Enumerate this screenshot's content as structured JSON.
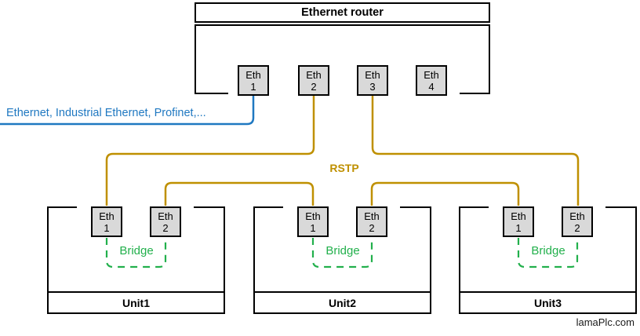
{
  "colors": {
    "gold": "#BF9000",
    "blue": "#1F78C1",
    "green": "#22B04C",
    "port_fill": "#D9D9D9",
    "outline": "#000000"
  },
  "router": {
    "title": "Ethernet router",
    "ports": [
      {
        "line1": "Eth",
        "line2": "1"
      },
      {
        "line1": "Eth",
        "line2": "2"
      },
      {
        "line1": "Eth",
        "line2": "3"
      },
      {
        "line1": "Eth",
        "line2": "4"
      }
    ]
  },
  "labels": {
    "bus_types": "Ethernet, Industrial Ethernet, Profinet,...",
    "rstp": "RSTP",
    "watermark": "lamaPlc.com"
  },
  "units": [
    {
      "name": "Unit1",
      "bridge": "Bridge",
      "ports": [
        {
          "line1": "Eth",
          "line2": "1"
        },
        {
          "line1": "Eth",
          "line2": "2"
        }
      ]
    },
    {
      "name": "Unit2",
      "bridge": "Bridge",
      "ports": [
        {
          "line1": "Eth",
          "line2": "1"
        },
        {
          "line1": "Eth",
          "line2": "2"
        }
      ]
    },
    {
      "name": "Unit3",
      "bridge": "Bridge",
      "ports": [
        {
          "line1": "Eth",
          "line2": "1"
        },
        {
          "line1": "Eth",
          "line2": "2"
        }
      ]
    }
  ]
}
